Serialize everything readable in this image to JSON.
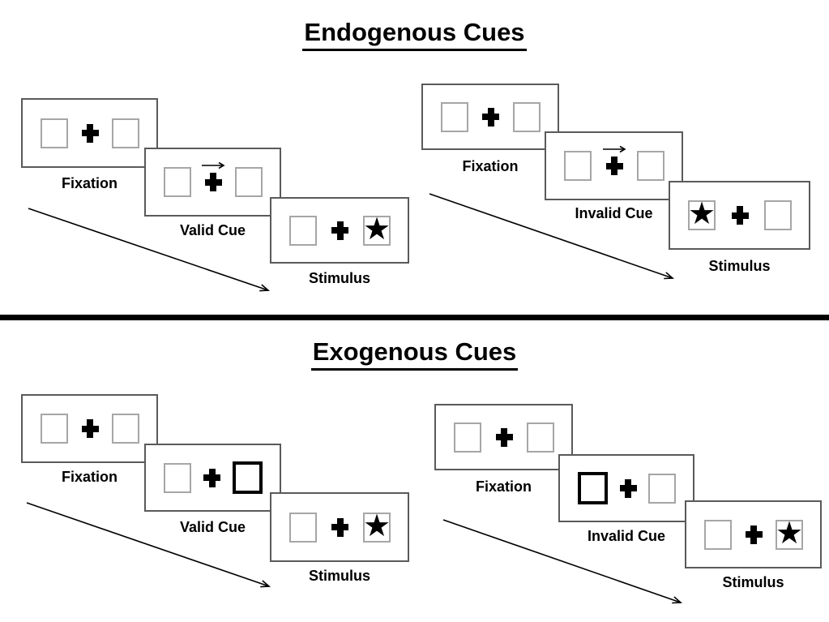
{
  "diagram": {
    "sections": [
      {
        "title": "Endogenous Cues",
        "panels": [
          {
            "name": "valid-cue-trial",
            "frames": [
              {
                "label": "Fixation"
              },
              {
                "label": "Valid Cue"
              },
              {
                "label": "Stimulus"
              }
            ]
          },
          {
            "name": "invalid-cue-trial",
            "frames": [
              {
                "label": "Fixation"
              },
              {
                "label": "Invalid Cue"
              },
              {
                "label": "Stimulus"
              }
            ]
          }
        ]
      },
      {
        "title": "Exogenous Cues",
        "panels": [
          {
            "name": "valid-cue-trial",
            "frames": [
              {
                "label": "Fixation"
              },
              {
                "label": "Valid Cue"
              },
              {
                "label": "Stimulus"
              }
            ]
          },
          {
            "name": "invalid-cue-trial",
            "frames": [
              {
                "label": "Fixation"
              },
              {
                "label": "Invalid Cue"
              },
              {
                "label": "Stimulus"
              }
            ]
          }
        ]
      }
    ]
  },
  "glyphs": {
    "star": "★"
  },
  "colors": {
    "ink": "#000000",
    "frame_border": "#5a5a5a",
    "placeholder_border": "#a6a6a6",
    "background": "#ffffff"
  }
}
